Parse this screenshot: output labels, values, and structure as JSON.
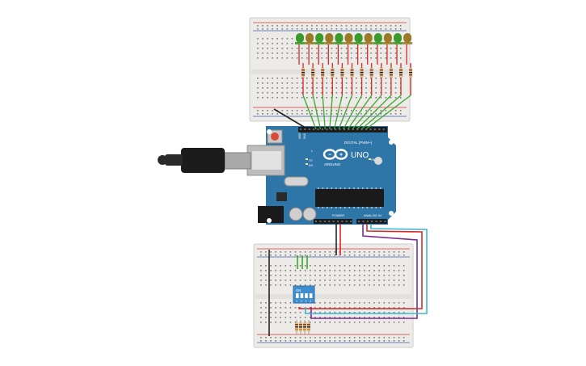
{
  "arduino": {
    "uno_label": "UNO",
    "brand_label": "ARDUINO",
    "digital_label": "DIGITAL (PWM~)",
    "power_label": "POWER",
    "analog_label": "ANALOG IN",
    "tx_label": "TX",
    "rx_label": "RX",
    "on_label": "ON",
    "l_label": "L",
    "aref_label": "AREF",
    "gnd_label": "GND"
  },
  "dip_switch": {
    "label": "ON",
    "positions": [
      "1",
      "2",
      "3",
      "4"
    ]
  },
  "leds": {
    "colors": [
      "#3a9a2a",
      "#9a7a25",
      "#3a9a2a",
      "#9a7a25",
      "#3a9a2a",
      "#9a7a25",
      "#3a9a2a",
      "#9a7a25",
      "#3a9a2a",
      "#9a7a25",
      "#3a9a2a",
      "#9a7a25"
    ]
  },
  "colors": {
    "board_blue": "#2f76a8",
    "breadboard": "#ecebe8",
    "wire_red": "#d62828",
    "wire_green": "#3aa82b",
    "wire_black": "#222222",
    "wire_purple": "#7a2d8f",
    "wire_cyan": "#3bb7d6"
  }
}
